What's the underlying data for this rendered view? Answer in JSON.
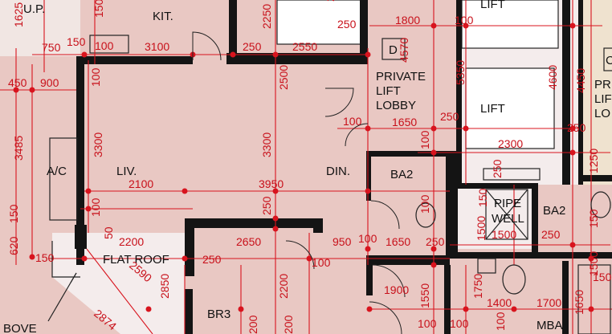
{
  "floor_colors": {
    "unit_fill": "#e9c8c3",
    "service_fill": "#f4ecec",
    "wall": "#141414",
    "dimension": "#d8141e",
    "neighbor_fill": "#efe2cf"
  },
  "rooms": {
    "up": "U.P.",
    "kit": "KIT.",
    "liv": "LIV.",
    "din": "DIN.",
    "ac": "A/C",
    "private_lift_lobby_1": "PRIVATE",
    "private_lift_lobby_2": "LIFT",
    "private_lift_lobby_3": "LOBBY",
    "lift_top": "LIFT",
    "lift": "LIFT",
    "d_mark": "D",
    "ba2": "BA2",
    "pipe_well_1": "PIPE",
    "pipe_well_2": "WELL",
    "ba2_right": "BA2",
    "flat_roof": "FLAT ROOF",
    "br3": "BR3",
    "mba": "MBA",
    "pr_1": "PR",
    "pr_2": "LIF",
    "pr_3": "LO",
    "c_mark": "C",
    "bove": "BOVE"
  },
  "dimensions": {
    "d1500": "1500",
    "d2250": "2250",
    "d2500": "2500",
    "d1800": "1800",
    "d100a": "100",
    "d750": "750",
    "d150a": "150",
    "d100b": "100",
    "d3100": "3100",
    "d250a": "250",
    "d2550": "2550",
    "d250b": "250",
    "d1625": "1625",
    "d4570": "4570",
    "d450": "450",
    "d900": "900",
    "d100c": "100",
    "d2500b": "2500",
    "d5350": "5350",
    "d4600": "4600",
    "d4450": "4450",
    "d100d": "100",
    "d1650a": "1650",
    "d250c": "250",
    "d250d": "250",
    "d3485": "3485",
    "d3300a": "3300",
    "d3300b": "3300",
    "d100e": "100",
    "d2300": "2300",
    "d2100": "2100",
    "d3950": "3950",
    "d250e": "250",
    "d1250": "1250",
    "d100f": "100",
    "d250f": "250",
    "d1500b": "1500",
    "d250g": "250",
    "d150b": "150",
    "d150c": "150",
    "d620": "620",
    "d150d": "150",
    "d2200a": "2200",
    "d2650": "2650",
    "d950": "950",
    "d100g": "100",
    "d1650b": "1650",
    "d250h": "250",
    "d1500c": "1500",
    "d250i": "250",
    "d100h": "100",
    "d2590": "2590",
    "d2850": "2850",
    "d2200b": "2200",
    "d1900": "1900",
    "d1550": "1550",
    "d1750": "1750",
    "d1400": "1400",
    "d1700": "1700",
    "d1650c": "1650",
    "d100i": "100",
    "d100j": "100",
    "d2874": "2874",
    "d200a": "200",
    "d200b": "200",
    "d100k": "100",
    "d150e": "150",
    "d1500d": "1500",
    "d100l": "100",
    "d50": "50",
    "d150f": "150"
  }
}
